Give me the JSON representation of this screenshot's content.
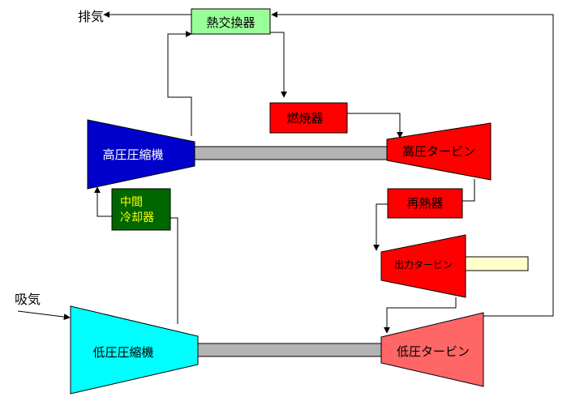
{
  "labels": {
    "exhaust": "排気",
    "intake": "吸気",
    "heat_exchanger": "熱交換器",
    "combustor": "燃焼器",
    "reheater": "再熱器",
    "intercooler_line1": "中間",
    "intercooler_line2": "冷却器",
    "hp_compressor": "高圧圧縮機",
    "hp_turbine": "高圧タービン",
    "power_turbine": "出力タービン",
    "lp_compressor": "低圧圧縮機",
    "lp_turbine": "低圧タービン"
  },
  "colors": {
    "heat_exchanger": "#99ff99",
    "combustor": "#ff0000",
    "reheater": "#ff0000",
    "intercooler": "#006600",
    "intercooler_text": "#ffff00",
    "hp_compressor": "#0000cc",
    "hp_turbine": "#ff0000",
    "power_turbine": "#ff0000",
    "lp_compressor": "#00ffff",
    "lp_turbine": "#ff6666",
    "shaft": "#b3b3b3",
    "output_shaft": "#ffffcc",
    "line": "#000000"
  }
}
